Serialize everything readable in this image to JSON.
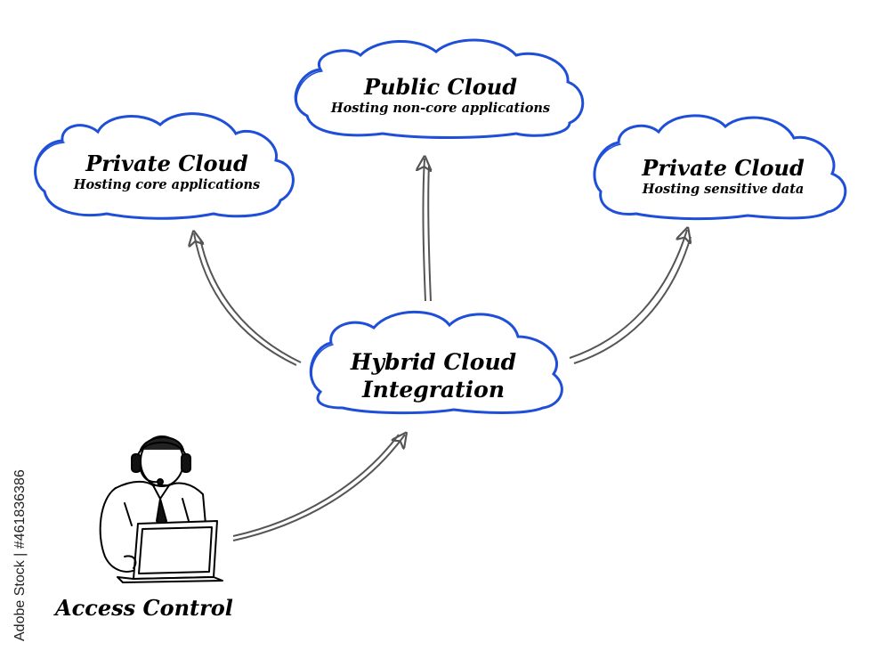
{
  "diagram": {
    "clouds": [
      {
        "id": "private-core",
        "title": "Private Cloud",
        "subtitle": "Hosting core applications"
      },
      {
        "id": "public",
        "title": "Public Cloud",
        "subtitle": "Hosting non-core applications"
      },
      {
        "id": "private-sensitive",
        "title": "Private Cloud",
        "subtitle": "Hosting sensitive data"
      },
      {
        "id": "hybrid",
        "title_line1": "Hybrid Cloud",
        "title_line2": "Integration"
      }
    ],
    "person": {
      "label": "Access Control"
    },
    "watermark": {
      "id_text": "Adobe Stock | #461836386"
    },
    "colors": {
      "cloud_outline": "#1f4fd8",
      "arrow": "#555555",
      "text": "#000000"
    }
  }
}
